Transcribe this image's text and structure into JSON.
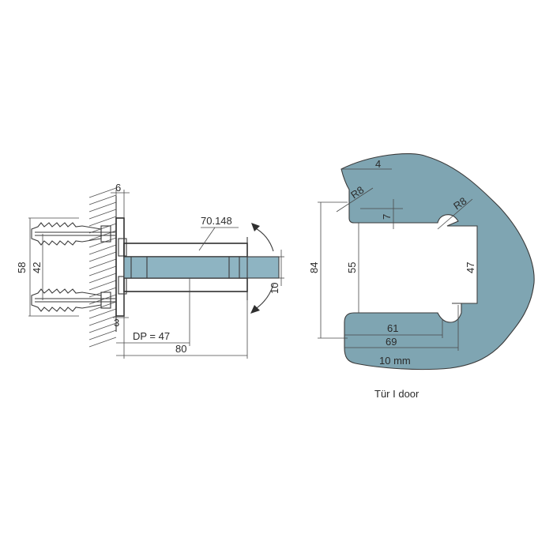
{
  "colors": {
    "glass_fill": "#8eb4c2",
    "profile_fill": "#7fa5b2",
    "line": "#3a3a3a",
    "background": "#ffffff"
  },
  "side_view": {
    "dims": {
      "wall_plate": "6",
      "plate_offset": "3",
      "height_total": "58",
      "hole_spacing": "42",
      "part_number": "70.148",
      "glass_thickness": "10",
      "depth": "DP = 47",
      "length": "80"
    }
  },
  "profile_view": {
    "dims": {
      "top_width": "4",
      "radius_top": "R8",
      "radius_right": "R8",
      "step": "7",
      "height_outer": "84",
      "height_inner": "55",
      "notch_height": "47",
      "inner_width": "61",
      "outer_width": "69",
      "thickness_label": "10 mm"
    },
    "caption": "Tür I door"
  }
}
